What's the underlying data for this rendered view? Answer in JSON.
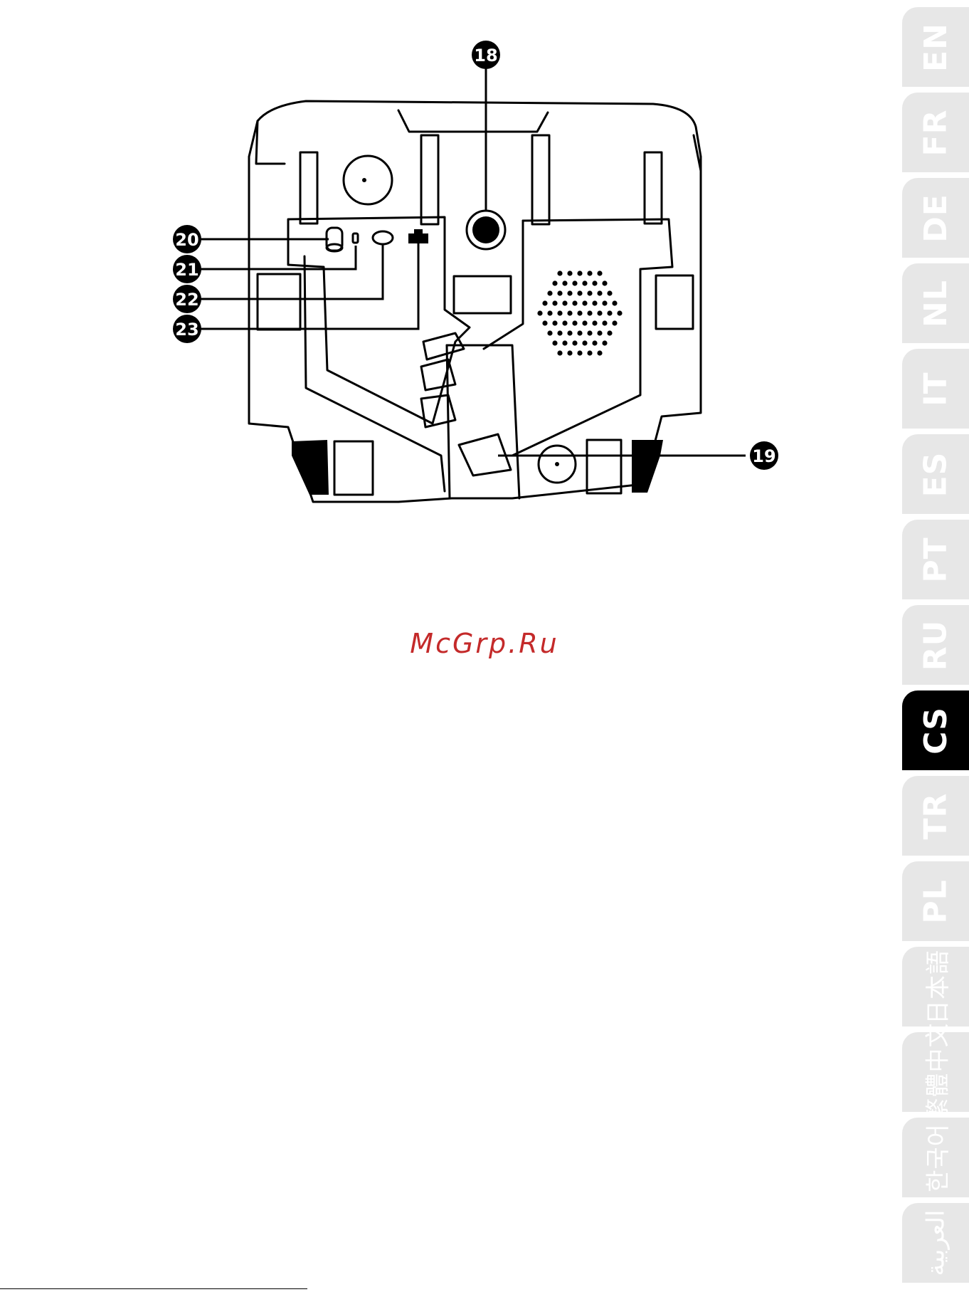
{
  "diagram": {
    "callouts": [
      {
        "id": "18",
        "label": "18"
      },
      {
        "id": "19",
        "label": "19"
      },
      {
        "id": "20",
        "label": "20"
      },
      {
        "id": "21",
        "label": "21"
      },
      {
        "id": "22",
        "label": "22"
      },
      {
        "id": "23",
        "label": "23"
      }
    ]
  },
  "watermark": "McGrp.Ru",
  "language_tabs": [
    {
      "code": "EN",
      "active": false
    },
    {
      "code": "FR",
      "active": false
    },
    {
      "code": "DE",
      "active": false
    },
    {
      "code": "NL",
      "active": false
    },
    {
      "code": "IT",
      "active": false
    },
    {
      "code": "ES",
      "active": false
    },
    {
      "code": "PT",
      "active": false
    },
    {
      "code": "RU",
      "active": false
    },
    {
      "code": "CS",
      "active": true
    },
    {
      "code": "TR",
      "active": false
    },
    {
      "code": "PL",
      "active": false
    },
    {
      "code": "日本語",
      "active": false
    },
    {
      "code": "繁體中文",
      "active": false
    },
    {
      "code": "한국어",
      "active": false
    },
    {
      "code": "العربية",
      "active": false
    }
  ],
  "colors": {
    "tab_inactive": "#e7e7e7",
    "tab_active": "#000000",
    "watermark": "#c42a2a"
  }
}
